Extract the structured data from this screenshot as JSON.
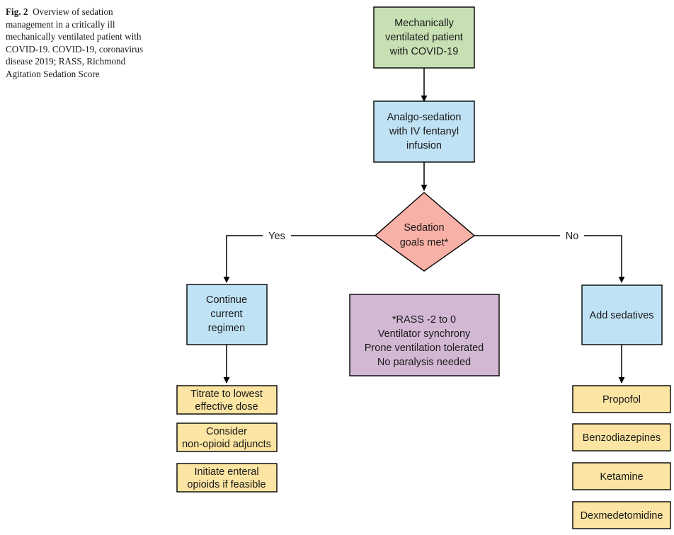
{
  "caption": {
    "label": "Fig. 2",
    "text": "Overview of sedation management in a critically ill mechanically ventilated patient with COVID-19. COVID-19, coronavirus disease 2019; RASS, Richmond Agitation Sedation Score"
  },
  "colors": {
    "green": "#c6e0b4",
    "blue": "#c0e2f5",
    "pink": "#f9b0a6",
    "purple": "#d3b8d4",
    "yellow": "#fce4a2",
    "stroke": "#000000",
    "text": "#1a1a1a",
    "background": "#ffffff"
  },
  "chart_data": {
    "type": "diagram",
    "title": "Overview of sedation management in a critically ill mechanically ventilated patient with COVID-19",
    "nodes": [
      {
        "id": "start",
        "shape": "rect",
        "color": "green",
        "lines": [
          "Mechanically",
          "ventilated patient",
          "with COVID-19"
        ]
      },
      {
        "id": "analgo",
        "shape": "rect",
        "color": "blue",
        "lines": [
          "Analgo-sedation",
          "with IV fentanyl",
          "infusion"
        ]
      },
      {
        "id": "decision",
        "shape": "diamond",
        "color": "pink",
        "lines": [
          "Sedation",
          "goals met*"
        ]
      },
      {
        "id": "continue",
        "shape": "rect",
        "color": "blue",
        "lines": [
          "Continue",
          "current",
          "regimen"
        ]
      },
      {
        "id": "legend",
        "shape": "rect",
        "color": "purple",
        "lines": [
          "*RASS -2 to 0",
          "Ventilator synchrony",
          "Prone ventilation tolerated",
          "No paralysis needed"
        ]
      },
      {
        "id": "addsed",
        "shape": "rect",
        "color": "blue",
        "lines": [
          "Add sedatives"
        ]
      },
      {
        "id": "titrate",
        "shape": "rect",
        "color": "yellow",
        "lines": [
          "Titrate to lowest",
          "effective dose"
        ]
      },
      {
        "id": "adjuncts",
        "shape": "rect",
        "color": "yellow",
        "lines": [
          "Consider",
          "non-opioid adjuncts"
        ]
      },
      {
        "id": "enteral",
        "shape": "rect",
        "color": "yellow",
        "lines": [
          "Initiate enteral",
          "opioids if feasible"
        ]
      },
      {
        "id": "propofol",
        "shape": "rect",
        "color": "yellow",
        "lines": [
          "Propofol"
        ]
      },
      {
        "id": "benzos",
        "shape": "rect",
        "color": "yellow",
        "lines": [
          "Benzodiazepines"
        ]
      },
      {
        "id": "ketamine",
        "shape": "rect",
        "color": "yellow",
        "lines": [
          "Ketamine"
        ]
      },
      {
        "id": "dexmed",
        "shape": "rect",
        "color": "yellow",
        "lines": [
          "Dexmedetomidine"
        ]
      }
    ],
    "edges": [
      {
        "from": "start",
        "to": "analgo",
        "label": ""
      },
      {
        "from": "analgo",
        "to": "decision",
        "label": ""
      },
      {
        "from": "decision",
        "to": "continue",
        "label": "Yes"
      },
      {
        "from": "decision",
        "to": "addsed",
        "label": "No"
      },
      {
        "from": "continue",
        "to": "titrate",
        "label": ""
      },
      {
        "from": "addsed",
        "to": "propofol",
        "label": ""
      }
    ],
    "edge_labels": {
      "yes": "Yes",
      "no": "No"
    }
  },
  "nodes": {
    "start": {
      "l1": "Mechanically",
      "l2": "ventilated patient",
      "l3": "with COVID-19"
    },
    "analgo": {
      "l1": "Analgo-sedation",
      "l2": "with IV fentanyl",
      "l3": "infusion"
    },
    "decision": {
      "l1": "Sedation",
      "l2": "goals met*"
    },
    "continue": {
      "l1": "Continue",
      "l2": "current",
      "l3": "regimen"
    },
    "legend": {
      "l1": "*RASS -2 to 0",
      "l2": "Ventilator synchrony",
      "l3": "Prone ventilation tolerated",
      "l4": "No paralysis needed"
    },
    "addsed": {
      "l1": "Add sedatives"
    },
    "titrate": {
      "l1": "Titrate to lowest",
      "l2": "effective dose"
    },
    "adjuncts": {
      "l1": "Consider",
      "l2": "non-opioid adjuncts"
    },
    "enteral": {
      "l1": "Initiate enteral",
      "l2": "opioids if feasible"
    },
    "propofol": {
      "l1": "Propofol"
    },
    "benzos": {
      "l1": "Benzodiazepines"
    },
    "ketamine": {
      "l1": "Ketamine"
    },
    "dexmed": {
      "l1": "Dexmedetomidine"
    }
  },
  "labels": {
    "yes": "Yes",
    "no": "No"
  }
}
